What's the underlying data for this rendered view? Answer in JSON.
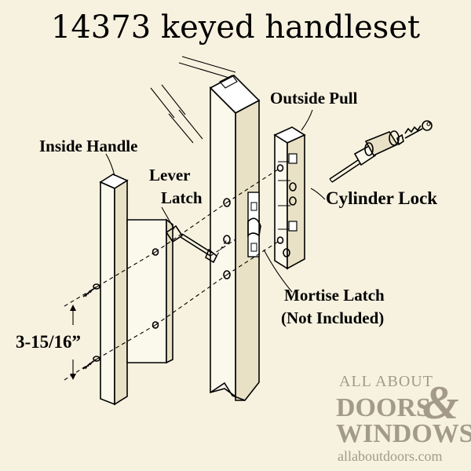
{
  "title": "14373 keyed handleset",
  "labels": {
    "outside_pull": "Outside Pull",
    "inside_handle": "Inside Handle",
    "lever_latch_1": "Lever",
    "lever_latch_2": "Latch",
    "cylinder_lock": "Cylinder Lock",
    "mortise_latch_1": "Mortise Latch",
    "mortise_latch_2": "(Not Included)",
    "dimension": "3-15/16”"
  },
  "logo": {
    "line1": "ALL ABOUT",
    "line2": "DOORS",
    "ampersand": "&",
    "line3": "WINDOWS",
    "url": "allaboutdoors.com"
  }
}
